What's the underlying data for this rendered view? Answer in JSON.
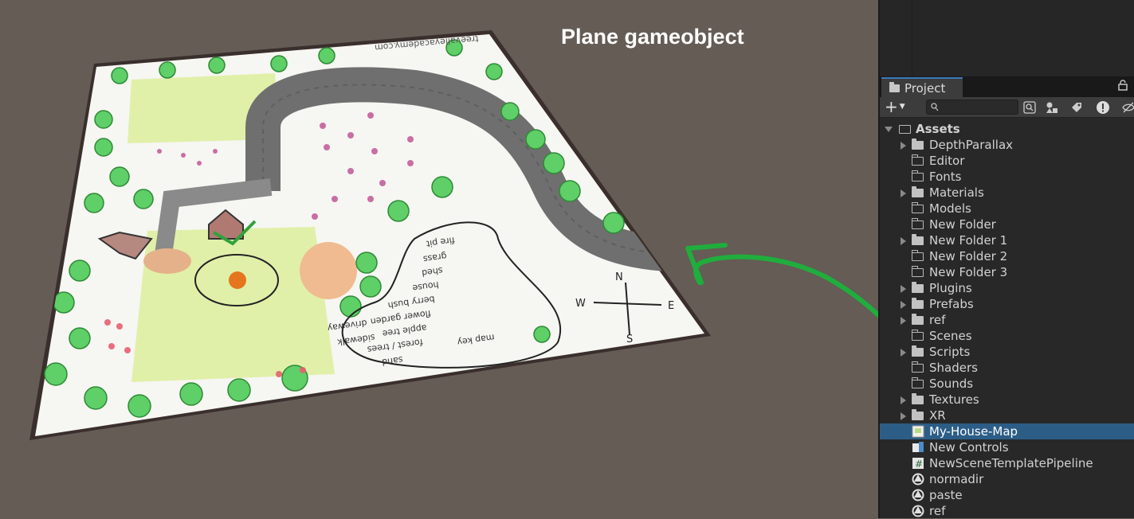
{
  "annotation": "Plane gameobject",
  "map": {
    "watermark": "treevalleyacademy.com",
    "legend_items": [
      "fire pit",
      "grass",
      "shed",
      "house",
      "berry bush",
      "flower garden",
      "apple tree",
      "forest / trees",
      "map key",
      "sidewalk",
      "driveway",
      "sand"
    ],
    "compass": {
      "n": "N",
      "s": "S",
      "e": "E",
      "w": "W"
    }
  },
  "panel": {
    "tab_label": "Project",
    "toolbar": {
      "create_label": "+",
      "search_placeholder": ""
    },
    "tree": [
      {
        "label": "Assets",
        "kind": "root"
      },
      {
        "label": "DepthParallax",
        "kind": "folder",
        "expandable": true
      },
      {
        "label": "Editor",
        "kind": "empty-folder",
        "expandable": false
      },
      {
        "label": "Fonts",
        "kind": "empty-folder",
        "expandable": false
      },
      {
        "label": "Materials",
        "kind": "folder",
        "expandable": true
      },
      {
        "label": "Models",
        "kind": "empty-folder",
        "expandable": false
      },
      {
        "label": "New Folder",
        "kind": "empty-folder",
        "expandable": false
      },
      {
        "label": "New Folder 1",
        "kind": "folder",
        "expandable": true
      },
      {
        "label": "New Folder 2",
        "kind": "empty-folder",
        "expandable": false
      },
      {
        "label": "New Folder 3",
        "kind": "empty-folder",
        "expandable": false
      },
      {
        "label": "Plugins",
        "kind": "folder",
        "expandable": true
      },
      {
        "label": "Prefabs",
        "kind": "folder",
        "expandable": true
      },
      {
        "label": "ref",
        "kind": "folder",
        "expandable": true
      },
      {
        "label": "Scenes",
        "kind": "empty-folder",
        "expandable": false
      },
      {
        "label": "Scripts",
        "kind": "folder",
        "expandable": true
      },
      {
        "label": "Shaders",
        "kind": "empty-folder",
        "expandable": false
      },
      {
        "label": "Sounds",
        "kind": "empty-folder",
        "expandable": false
      },
      {
        "label": "Textures",
        "kind": "folder",
        "expandable": true
      },
      {
        "label": "XR",
        "kind": "folder",
        "expandable": true
      },
      {
        "label": "My-House-Map",
        "kind": "texture",
        "selected": true
      },
      {
        "label": "New Controls",
        "kind": "input-actions"
      },
      {
        "label": "NewSceneTemplatePipeline",
        "kind": "script"
      },
      {
        "label": "normadir",
        "kind": "model"
      },
      {
        "label": "paste",
        "kind": "model"
      },
      {
        "label": "ref",
        "kind": "model"
      }
    ]
  },
  "colors": {
    "scene_bg": "#645c55",
    "selection": "#2c5d87",
    "arrow": "#1fae3c"
  }
}
